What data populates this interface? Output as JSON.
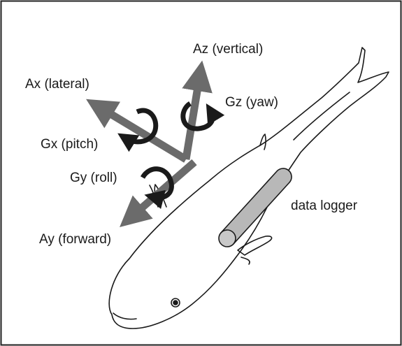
{
  "labels": {
    "ax": "Ax (lateral)",
    "az": "Az (vertical)",
    "gz": "Gz (yaw)",
    "gx": "Gx (pitch)",
    "gy": "Gy (roll)",
    "ay": "Ay (forward)",
    "logger": "data logger"
  },
  "colors": {
    "axis_arrow": "#6b6b6b",
    "rotation_arrow": "#1a1a1a",
    "outline": "#1a1a1a",
    "logger_fill": "#b8b8b8",
    "frame": "#222222"
  }
}
